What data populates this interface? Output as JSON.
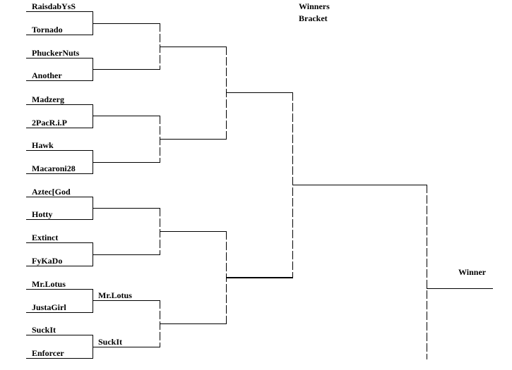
{
  "header": {
    "line1": "Winners",
    "line2": "Bracket"
  },
  "round1": [
    "RaisdabYsS",
    "Tornado",
    "PhuckerNuts",
    "Another",
    "Madzerg",
    "2PacR.i.P",
    "Hawk",
    "Macaroni28",
    "Aztec[God",
    "Hotty",
    "Extinct",
    "FyKaDo",
    "Mr.Lotus",
    "JustaGirl",
    "SuckIt",
    "Enforcer"
  ],
  "round2": [
    "",
    "",
    "",
    "",
    "",
    "",
    "Mr.Lotus",
    "SuckIt"
  ],
  "winner_label": "Winner"
}
